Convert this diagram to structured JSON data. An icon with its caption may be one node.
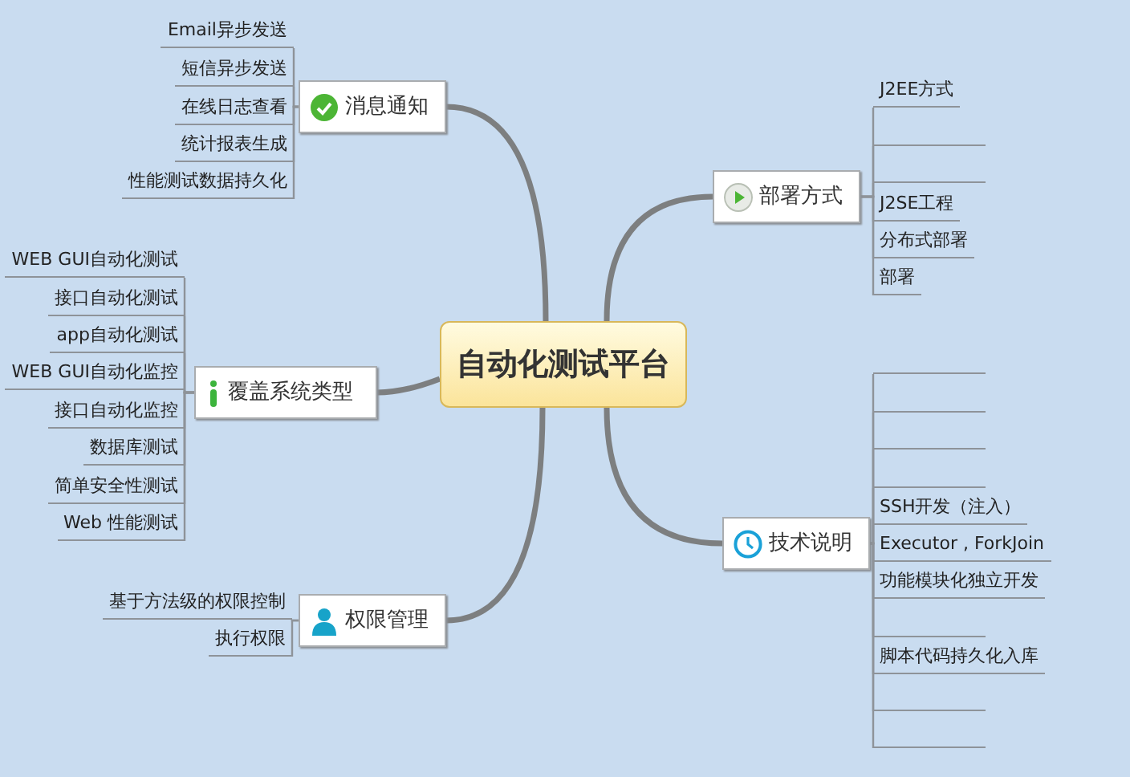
{
  "diagram": {
    "nodes": [
      {
        "text": [
          "自动化测试平台"
        ]
      },
      {
        "text": [
          "消息通知"
        ]
      },
      {
        "text": [
          "Email异步发送"
        ]
      },
      {
        "text": [
          "短信异步发送"
        ]
      },
      {
        "text": [
          "在线日志查看"
        ]
      },
      {
        "text": [
          "统计报表生成"
        ]
      },
      {
        "text": [
          "性能测试数据持久化"
        ]
      },
      {
        "text": [
          "部署方式"
        ]
      },
      {
        "text": [
          "J2EE方式"
        ]
      },
      {
        "text": [],
        "shape": "line"
      },
      {
        "text": [],
        "shape": "line"
      },
      {
        "text": [
          "J2SE工程"
        ]
      },
      {
        "text": [
          "分布式部署"
        ]
      },
      {
        "text": [
          "部署"
        ]
      },
      {
        "text": [
          "覆盖系统类型"
        ]
      },
      {
        "text": [
          "WEB GUI自动化测试"
        ]
      },
      {
        "text": [
          "接口自动化测试"
        ]
      },
      {
        "text": [
          "app自动化测试"
        ]
      },
      {
        "text": [
          "WEB GUI自动化监控"
        ]
      },
      {
        "text": [
          "接口自动化监控"
        ]
      },
      {
        "text": [
          "数据库测试"
        ]
      },
      {
        "text": [
          "简单安全性测试"
        ]
      },
      {
        "text": [
          "Web 性能测试"
        ]
      },
      {
        "text": [
          "技术说明"
        ]
      },
      {
        "text": [],
        "shape": "line"
      },
      {
        "text": [],
        "shape": "line"
      },
      {
        "text": [],
        "shape": "line"
      },
      {
        "text": [],
        "shape": "line"
      },
      {
        "text": [
          "SSH开发（注入）"
        ]
      },
      {
        "text": [
          "Executor , ForkJoin"
        ]
      },
      {
        "text": [
          "功能模块化独立开发"
        ]
      },
      {
        "text": [],
        "shape": "line"
      },
      {
        "text": [
          "脚本代码持久化入库"
        ]
      },
      {
        "text": [],
        "shape": "line"
      },
      {
        "text": [],
        "shape": "line"
      },
      {
        "text": [
          "权限管理"
        ]
      },
      {
        "text": [
          "基于方法级的权限控制"
        ]
      },
      {
        "text": [
          "执行权限"
        ]
      }
    ],
    "edges": [
      {
        "from": 0,
        "to": 1,
        "arrow": "none",
        "style": "thick"
      },
      {
        "from": 0,
        "to": 7,
        "arrow": "none",
        "style": "thick"
      },
      {
        "from": 0,
        "to": 14,
        "arrow": "none",
        "style": "thick"
      },
      {
        "from": 0,
        "to": 23,
        "arrow": "none",
        "style": "thick"
      },
      {
        "from": 0,
        "to": 35,
        "arrow": "none",
        "style": "thick"
      },
      {
        "from": 1,
        "to": 2,
        "arrow": "none"
      },
      {
        "from": 1,
        "to": 3,
        "arrow": "none"
      },
      {
        "from": 1,
        "to": 4,
        "arrow": "none"
      },
      {
        "from": 1,
        "to": 5,
        "arrow": "none"
      },
      {
        "from": 1,
        "to": 6,
        "arrow": "none"
      },
      {
        "from": 7,
        "to": 8,
        "arrow": "none"
      },
      {
        "from": 7,
        "to": 9,
        "arrow": "none"
      },
      {
        "from": 7,
        "to": 10,
        "arrow": "none"
      },
      {
        "from": 7,
        "to": 11,
        "arrow": "none"
      },
      {
        "from": 7,
        "to": 12,
        "arrow": "none"
      },
      {
        "from": 7,
        "to": 13,
        "arrow": "none"
      },
      {
        "from": 14,
        "to": 15,
        "arrow": "none"
      },
      {
        "from": 14,
        "to": 16,
        "arrow": "none"
      },
      {
        "from": 14,
        "to": 17,
        "arrow": "none"
      },
      {
        "from": 14,
        "to": 18,
        "arrow": "none"
      },
      {
        "from": 14,
        "to": 19,
        "arrow": "none"
      },
      {
        "from": 14,
        "to": 20,
        "arrow": "none"
      },
      {
        "from": 14,
        "to": 21,
        "arrow": "none"
      },
      {
        "from": 14,
        "to": 22,
        "arrow": "none"
      },
      {
        "from": 23,
        "to": 24,
        "arrow": "none"
      },
      {
        "from": 23,
        "to": 25,
        "arrow": "none"
      },
      {
        "from": 23,
        "to": 26,
        "arrow": "none"
      },
      {
        "from": 23,
        "to": 27,
        "arrow": "none"
      },
      {
        "from": 23,
        "to": 28,
        "arrow": "none"
      },
      {
        "from": 23,
        "to": 29,
        "arrow": "none"
      },
      {
        "from": 23,
        "to": 30,
        "arrow": "none"
      },
      {
        "from": 23,
        "to": 31,
        "arrow": "none"
      },
      {
        "from": 23,
        "to": 32,
        "arrow": "none"
      },
      {
        "from": 23,
        "to": 33,
        "arrow": "none"
      },
      {
        "from": 23,
        "to": 34,
        "arrow": "none"
      },
      {
        "from": 35,
        "to": 36,
        "arrow": "none"
      },
      {
        "from": 35,
        "to": 37,
        "arrow": "none"
      }
    ]
  }
}
